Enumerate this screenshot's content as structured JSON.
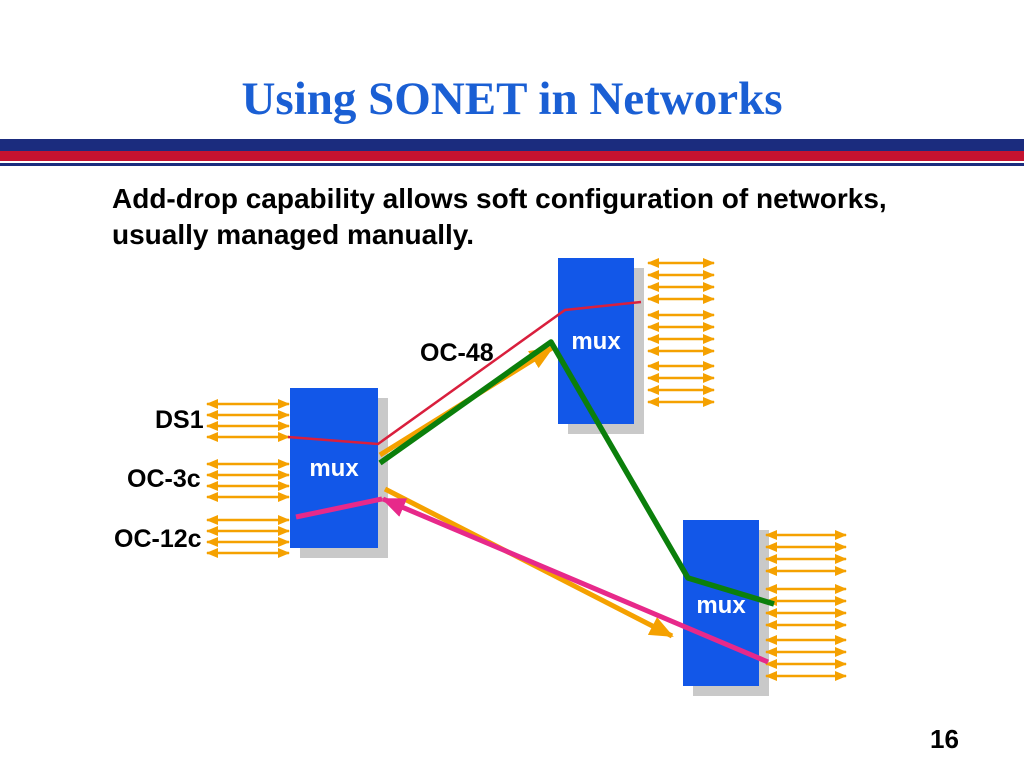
{
  "slide": {
    "title": "Using SONET in Networks",
    "body_lines": [
      "Add-drop capability allows soft configuration of networks,",
      "usually managed manually."
    ],
    "page_number": "16"
  },
  "labels": {
    "oc48": "OC-48",
    "ds1": "DS1",
    "oc3c": "OC-3c",
    "oc12c": "OC-12c"
  },
  "muxes": {
    "left": "mux",
    "top": "mux",
    "bottom": "mux"
  },
  "colors": {
    "title_blue": "#1A5FD4",
    "separator_navy": "#1B2C7E",
    "separator_red": "#C51230",
    "mux_blue": "#1257E8",
    "shadow_gray": "#C9C9C9",
    "arrow_orange": "#F5A100",
    "line_green": "#0B7F0B",
    "line_pink": "#E7298A",
    "line_red": "#D91F3D"
  }
}
